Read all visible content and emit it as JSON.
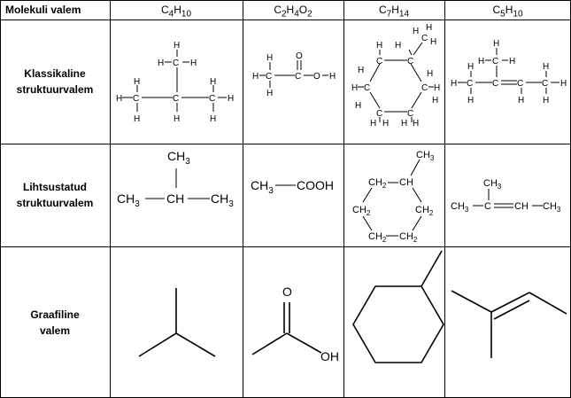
{
  "table": {
    "header": {
      "first": "Molekuli valem",
      "formulas": [
        {
          "base1": "C",
          "sub1": "4",
          "base2": "H",
          "sub2": "10"
        },
        {
          "base1": "C",
          "sub1": "2",
          "base2": "H",
          "sub2": "4",
          "base3": "O",
          "sub3": "2"
        },
        {
          "base1": "C",
          "sub1": "7",
          "base2": "H",
          "sub2": "14"
        },
        {
          "base1": "C",
          "sub1": "5",
          "base2": "H",
          "sub2": "10"
        }
      ]
    },
    "rows": [
      {
        "line1": "Klassikaline",
        "line2": "struktuurvalem"
      },
      {
        "line1": "Lihtsustatud",
        "line2": "struktuurvalem"
      },
      {
        "line1": "Graafiline",
        "line2": "valem"
      }
    ]
  },
  "atoms": {
    "H": "H",
    "C": "C",
    "O": "O"
  },
  "condensed": {
    "ch3": "CH",
    "ch2": "CH",
    "ch": "CH",
    "cooh": "COOH",
    "c": "C",
    "sub3": "3",
    "sub2": "2"
  },
  "skeletal": {
    "oh": "OH",
    "o": "O"
  }
}
